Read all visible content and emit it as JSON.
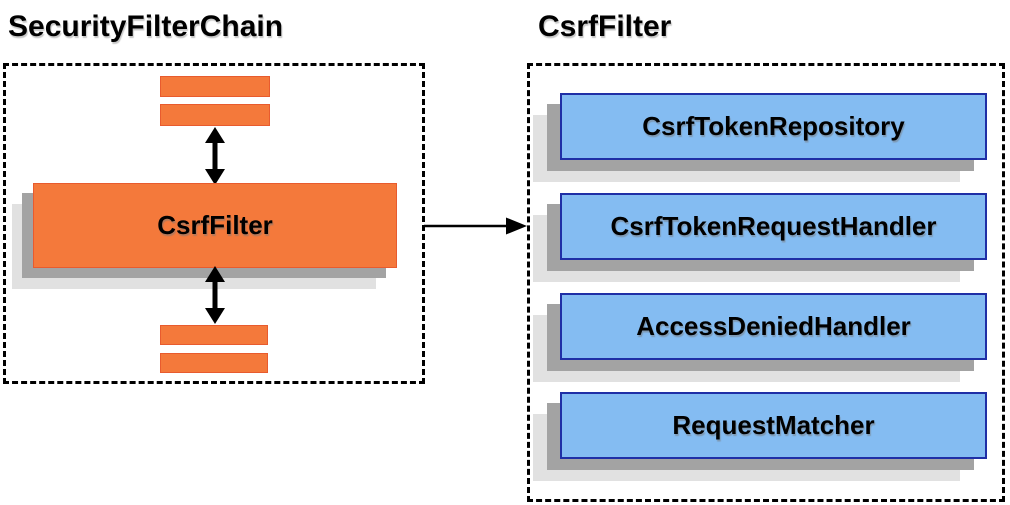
{
  "diagram": {
    "left_panel": {
      "title": "SecurityFilterChain",
      "node_label": "CsrfFilter"
    },
    "right_panel": {
      "title": "CsrfFilter",
      "components": [
        {
          "label": "CsrfTokenRepository"
        },
        {
          "label": "CsrfTokenRequestHandler"
        },
        {
          "label": "AccessDeniedHandler"
        },
        {
          "label": "RequestMatcher"
        }
      ]
    },
    "colors": {
      "orange_fill": "#F4793B",
      "orange_border": "#E85B2E",
      "blue_fill": "#84BCF2",
      "blue_border": "#1F2FA6",
      "shadow_dark": "#A3A3A3",
      "shadow_light": "#E1E1E1",
      "line": "#000000"
    }
  }
}
